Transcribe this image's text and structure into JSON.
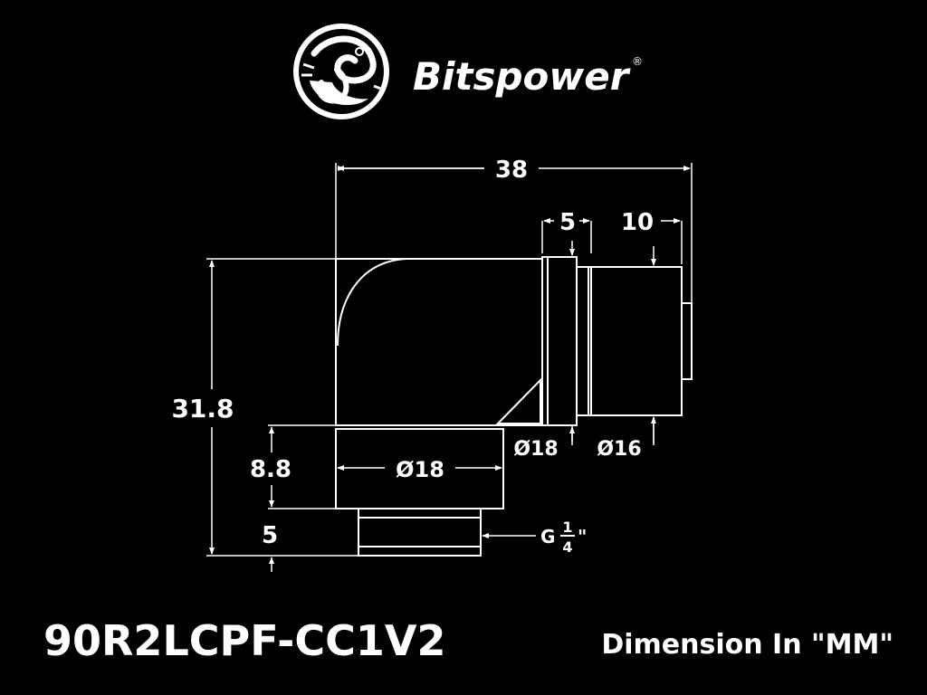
{
  "brand": {
    "name": "Bitspower",
    "registered_mark": "®",
    "logo_icon": "dragon-emblem-icon"
  },
  "drawing": {
    "colors": {
      "background": "#000000",
      "lines": "#ffffff"
    },
    "dimensions": {
      "overall_length": "38",
      "collar_length": "5",
      "tube_length": "10",
      "overall_height": "31.8",
      "body_base_height": "8.8",
      "thread_height": "5",
      "body_diameter": "Ø18",
      "collar_diameter": "Ø18",
      "tube_diameter": "Ø16",
      "thread_prefix": "G",
      "thread_num": "1",
      "thread_den": "4",
      "thread_suffix": "\""
    }
  },
  "footer": {
    "model": "90R2LCPF-CC1V2",
    "note": "Dimension In \"MM\""
  }
}
